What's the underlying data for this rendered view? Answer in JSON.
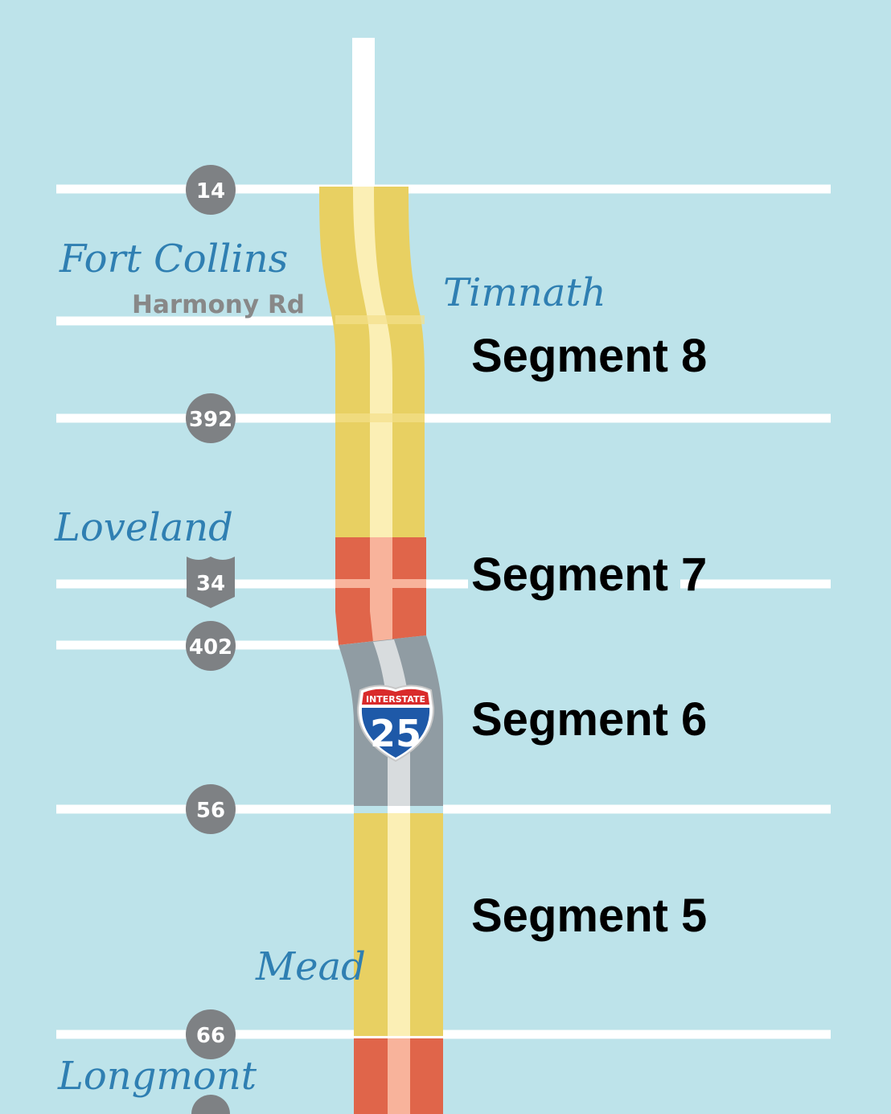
{
  "colors": {
    "background": "#bde3ea",
    "road": "#ffffff",
    "highway_yellow": "#e8d062",
    "highway_yellow_center": "#fbefb5",
    "highway_red": "#e0654a",
    "highway_red_center": "#f8b39b",
    "highway_gray": "#909ca3",
    "highway_gray_center": "#d8dcde",
    "badge_gray": "#7e8184",
    "city_label": "#2f7fb2"
  },
  "cities": {
    "fort_collins": "Fort Collins",
    "timnath": "Timnath",
    "loveland": "Loveland",
    "mead": "Mead",
    "longmont": "Longmont"
  },
  "streets": {
    "harmony": "Harmony Rd"
  },
  "routes": {
    "r14": "14",
    "r392": "392",
    "r34": "34",
    "r402": "402",
    "r56": "56",
    "r66": "66"
  },
  "segments": {
    "s8": "Segment 8",
    "s7": "Segment 7",
    "s6": "Segment 6",
    "s5": "Segment 5"
  },
  "interstate": {
    "label": "INTERSTATE",
    "number": "25",
    "icon": "interstate-shield-icon"
  }
}
